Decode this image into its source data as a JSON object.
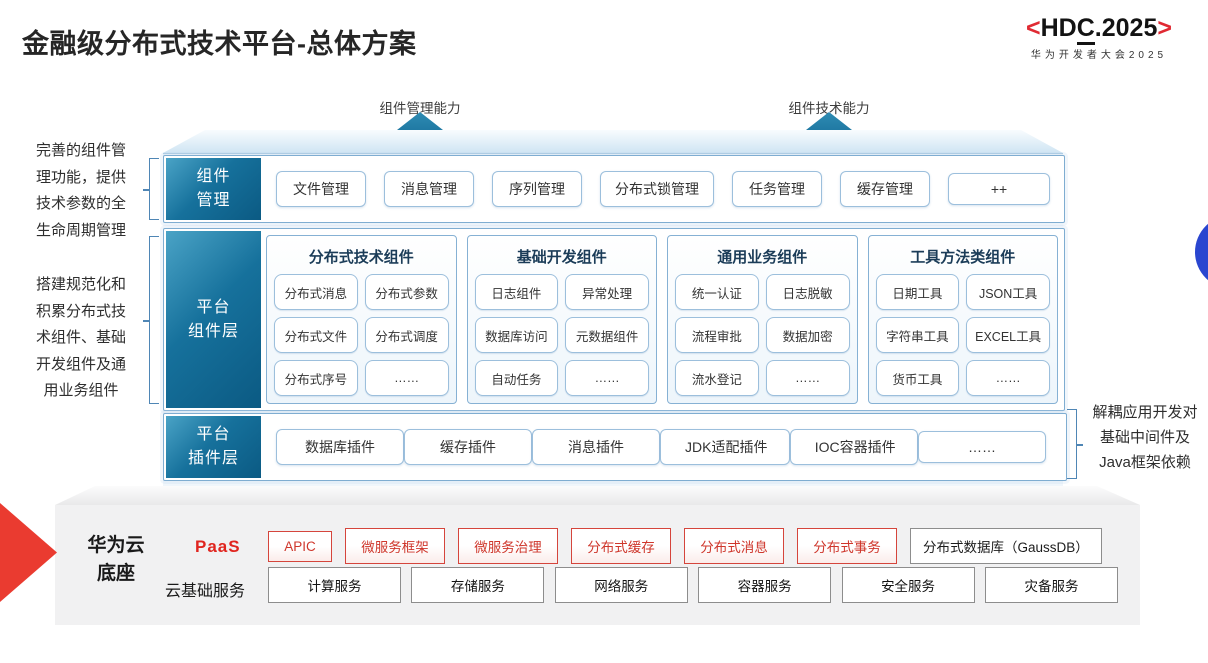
{
  "page": {
    "title": "金融级分布式技术平台-总体方案"
  },
  "logo": {
    "open": "<",
    "hd": "HD",
    "c": "C",
    "rest": ".2025",
    "close": ">",
    "subtitle": "华为开发者大会2025"
  },
  "arrows": [
    {
      "label": "组件管理能力"
    },
    {
      "label": "组件技术能力"
    }
  ],
  "side_notes": {
    "manage": "完善的组件管\n理功能，提供\n技术参数的全\n生命周期管理",
    "build": "搭建规范化和\n积累分布式技\n术组件、基础\n开发组件及通\n用业务组件",
    "decouple": "解耦应用开发对\n基础中间件及\nJava框架依赖"
  },
  "rows": {
    "row1": {
      "label": "组件\n管理",
      "items": [
        "文件管理",
        "消息管理",
        "序列管理",
        "分布式锁管理",
        "任务管理",
        "缓存管理",
        "++"
      ]
    },
    "row2": {
      "label": "平台\n组件层",
      "groups": [
        {
          "title": "分布式技术组件",
          "items": [
            "分布式消息",
            "分布式参数",
            "分布式文件",
            "分布式调度",
            "分布式序号",
            "……"
          ]
        },
        {
          "title": "基础开发组件",
          "items": [
            "日志组件",
            "异常处理",
            "数据库访问",
            "元数据组件",
            "自动任务",
            "……"
          ]
        },
        {
          "title": "通用业务组件",
          "items": [
            "统一认证",
            "日志脱敏",
            "流程审批",
            "数据加密",
            "流水登记",
            "……"
          ]
        },
        {
          "title": "工具方法类组件",
          "items": [
            "日期工具",
            "JSON工具",
            "字符串工具",
            "EXCEL工具",
            "货币工具",
            "……"
          ]
        }
      ]
    },
    "row3": {
      "label": "平台\n插件层",
      "items": [
        "数据库插件",
        "缓存插件",
        "消息插件",
        "JDK适配插件",
        "IOC容器插件",
        "……"
      ]
    }
  },
  "cloud": {
    "base_label": "华为云\n底座",
    "paas": {
      "label": "PaaS",
      "items": [
        "APIC",
        "微服务框架",
        "微服务治理",
        "分布式缓存",
        "分布式消息",
        "分布式事务"
      ],
      "plain_item": "分布式数据库（GaussDB）"
    },
    "iaas": {
      "label": "云基础服务",
      "items": [
        "计算服务",
        "存储服务",
        "网络服务",
        "容器服务",
        "安全服务",
        "灾备服务"
      ]
    }
  },
  "colors": {
    "teal_accent": "#16719c",
    "red_accent": "#d5453c",
    "blue_dot": "#2a46d0",
    "red_arrow": "#ea3b32"
  }
}
